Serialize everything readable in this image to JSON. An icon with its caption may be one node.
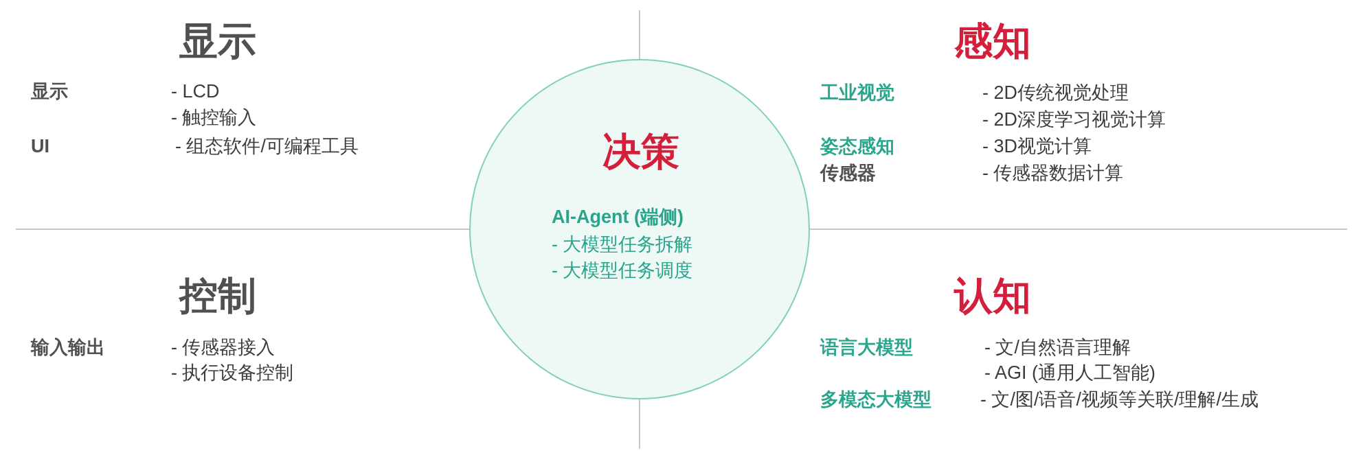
{
  "diagram": {
    "nodes": [
      {
        "text": [
          "决策",
          "AI-Agent (端侧)",
          "- 大模型任务拆解",
          "- 大模型任务调度"
        ]
      }
    ],
    "labels": [
      "显示",
      "显示",
      "- LCD",
      "- 触控输入",
      "UI",
      "- 组态软件/可编程工具",
      "感知",
      "工业视觉",
      "- 2D传统视觉处理",
      "- 2D深度学习视觉计算",
      "姿态感知",
      "- 3D视觉计算",
      "传感器",
      "- 传感器数据计算",
      "控制",
      "输入输出",
      "- 传感器接入",
      "- 执行设备控制",
      "认知",
      "语言大模型",
      "- 文/自然语言理解",
      "- AGI (通用人工智能)",
      "多模态大模型",
      "- 文/图/语音/视频等关联/理解/生成"
    ]
  }
}
